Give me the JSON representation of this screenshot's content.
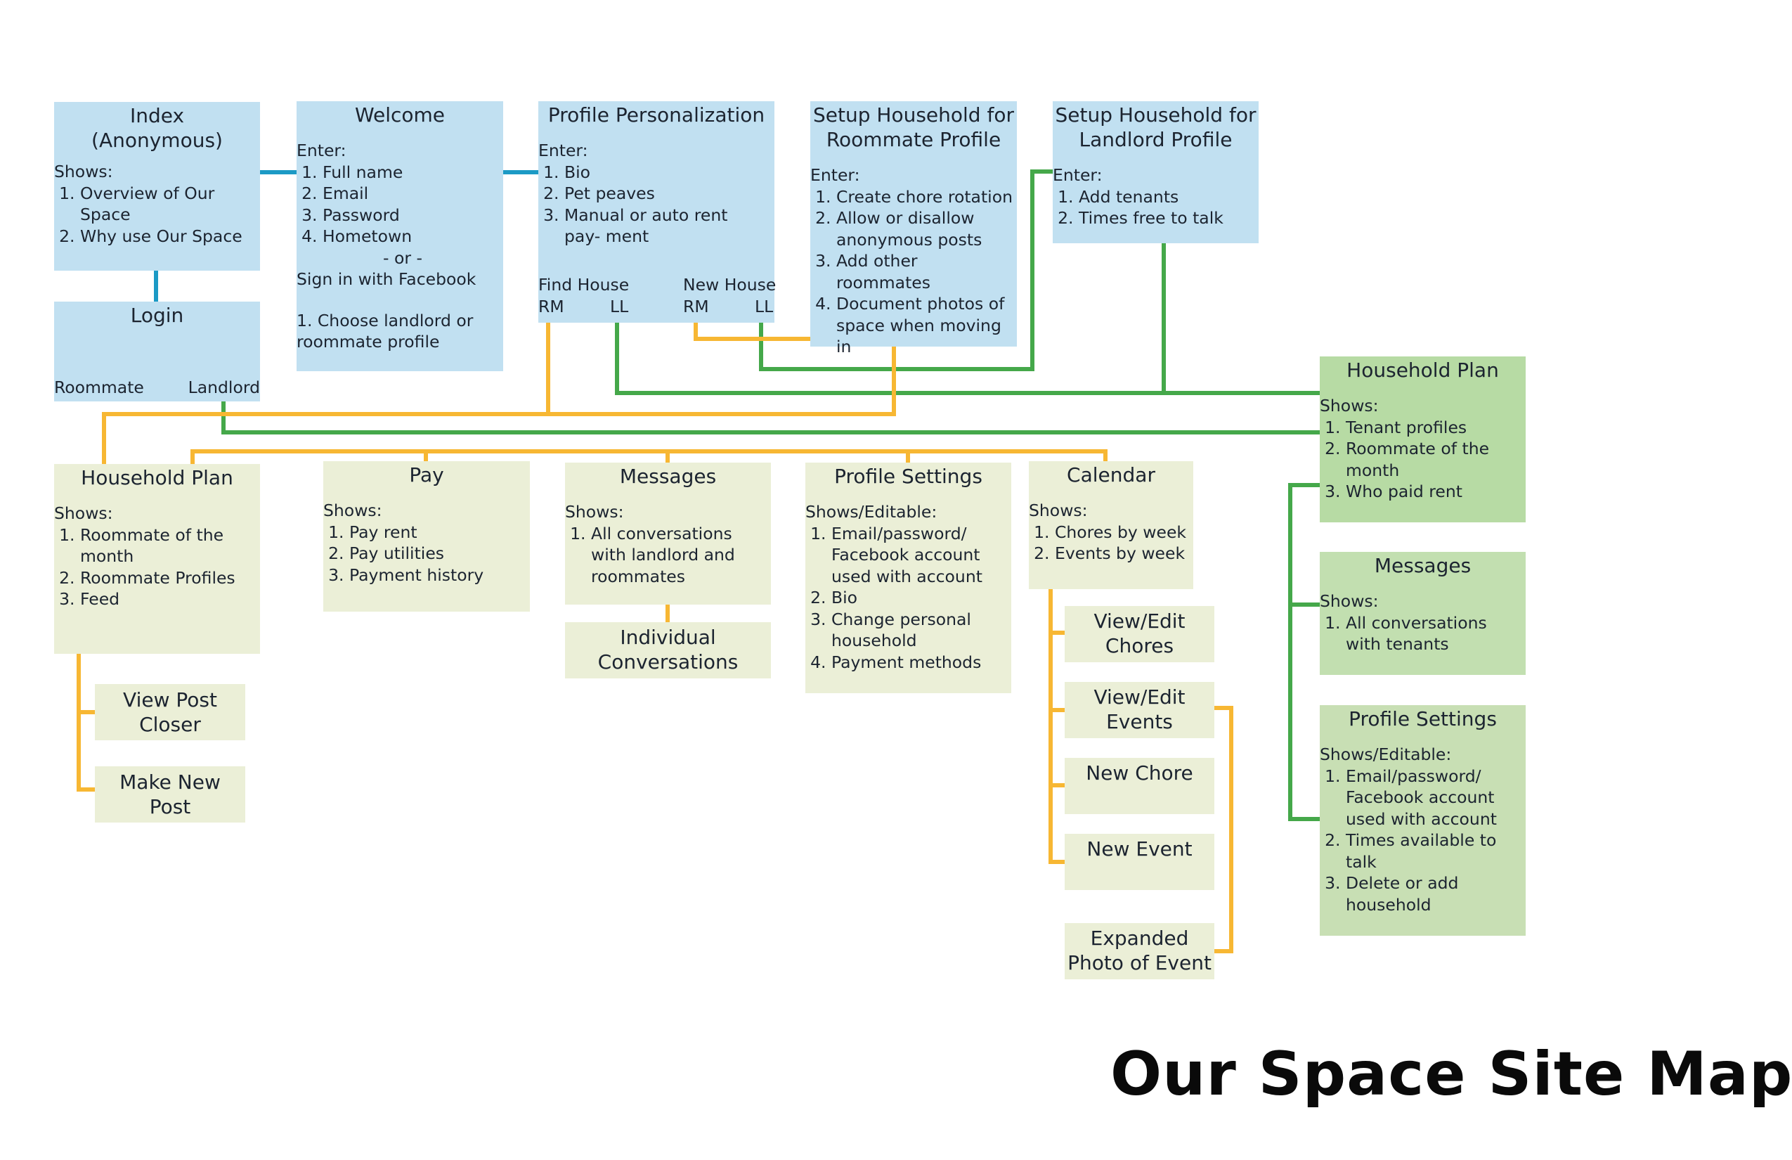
{
  "colors": {
    "blue_line": "#1c9ac5",
    "orange_line": "#f7b733",
    "green_line": "#45a84a"
  },
  "page_title": "Our Space Site Map",
  "index": {
    "title": "Index",
    "subtitle": "(Anonymous)",
    "shows_label": "Shows:",
    "items": [
      "Overview of Our Space",
      "Why use Our Space"
    ]
  },
  "login": {
    "title": "Login",
    "roommate": "Roommate",
    "landlord": "Landlord"
  },
  "welcome": {
    "title": "Welcome",
    "enter_label": "Enter:",
    "items": [
      "Full name",
      "Email",
      "Password",
      "Hometown"
    ],
    "or": "- or -",
    "facebook": "Sign in with Facebook",
    "choose": "1. Choose landlord or roommate profile"
  },
  "profile_personalization": {
    "title": "Profile Personalization",
    "enter_label": "Enter:",
    "items": [
      "Bio",
      "Pet peaves",
      "Manual or auto rent pay- ment"
    ],
    "find_house": "Find House",
    "new_house": "New House",
    "rm": "RM",
    "ll": "LL"
  },
  "setup_roommate": {
    "title_line1": "Setup Household for",
    "title_line2": "Roommate Profile",
    "enter_label": "Enter:",
    "items": [
      "Create chore rotation",
      "Allow or disallow anonymous posts",
      "Add other roommates",
      "Document photos of space when moving in"
    ]
  },
  "setup_landlord": {
    "title_line1": "Setup Household for",
    "title_line2": "Landlord Profile",
    "enter_label": "Enter:",
    "items": [
      "Add tenants",
      "Times free to talk"
    ]
  },
  "ll_household_plan": {
    "title": "Household Plan",
    "shows_label": "Shows:",
    "items": [
      "Tenant profiles",
      "Roommate of the month",
      "Who paid rent"
    ]
  },
  "ll_messages": {
    "title": "Messages",
    "shows_label": "Shows:",
    "items": [
      "All conversations with tenants"
    ]
  },
  "ll_profile_settings": {
    "title": "Profile Settings",
    "shows_label": "Shows/Editable:",
    "items": [
      "Email/password/ Facebook account used with account",
      "Times available to talk",
      "Delete or add household"
    ]
  },
  "rm_household_plan": {
    "title": "Household Plan",
    "shows_label": "Shows:",
    "items": [
      "Roommate of the month",
      "Roommate Profiles",
      "Feed"
    ]
  },
  "view_post": {
    "line1": "View Post",
    "line2": "Closer"
  },
  "make_post": {
    "line1": "Make New",
    "line2": "Post"
  },
  "pay": {
    "title": "Pay",
    "shows_label": "Shows:",
    "items": [
      "Pay rent",
      "Pay utilities",
      "Payment history"
    ]
  },
  "rm_messages": {
    "title": "Messages",
    "shows_label": "Shows:",
    "items": [
      "All conversations with landlord and roommates"
    ]
  },
  "individual_conv": {
    "line1": "Individual",
    "line2": "Conversations"
  },
  "rm_profile_settings": {
    "title": "Profile Settings",
    "shows_label": "Shows/Editable:",
    "items": [
      "Email/password/ Facebook account used with account",
      "Bio",
      "Change personal household",
      "Payment methods"
    ]
  },
  "calendar": {
    "title": "Calendar",
    "shows_label": "Shows:",
    "items": [
      "Chores by week",
      "Events by week"
    ]
  },
  "edit_chores": {
    "line1": "View/Edit",
    "line2": "Chores"
  },
  "edit_events": {
    "line1": "View/Edit",
    "line2": "Events"
  },
  "new_chore": {
    "line1": "New Chore"
  },
  "new_event": {
    "line1": "New Event"
  },
  "expanded_photo": {
    "line1": "Expanded",
    "line2": "Photo of Event"
  }
}
